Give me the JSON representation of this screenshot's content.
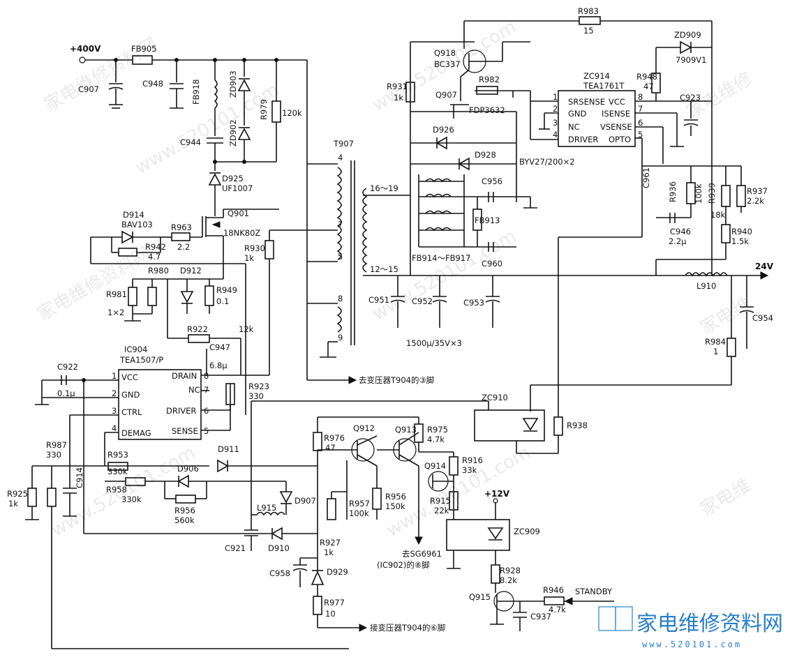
{
  "labels": {
    "v400": "+400V",
    "fb905": "FB905",
    "c907": "C907",
    "c948": "C948",
    "fb918": "FB918",
    "zd903": "ZD903",
    "zd902": "ZD902",
    "r979": "R979",
    "r979v": "120k",
    "c944": "C944",
    "d925": "D925",
    "d925v": "UF1007",
    "d914": "D914",
    "d914v": "BAV103",
    "r963": "R963",
    "r963v": "2.2",
    "r942": "R942",
    "r942v": "4.7",
    "q901": "Q901",
    "q901v": "18NK80Z",
    "r930": "R930",
    "r930v": "1k",
    "r980": "R980",
    "d912": "D912",
    "r981": "R981",
    "r981v": "1×2",
    "r949": "R949",
    "r949v": "0.1",
    "r922": "R922",
    "r922v": "12k",
    "c947": "C947",
    "c947v": "6.8μ",
    "ic904": "IC904",
    "ic904v": "TEA1507/P",
    "c922": "C922",
    "c922v": "0.1μ",
    "r923": "R923",
    "r923v": "330",
    "p1": "1",
    "p2": "2",
    "p3": "3",
    "p4": "4",
    "p5": "5",
    "p6": "6",
    "p7": "7",
    "p8": "8",
    "vcc": "VCC",
    "gnd": "GND",
    "ctrl": "CTRL",
    "demag": "DEMAG",
    "drain": "DRAIN",
    "nc": "NC",
    "driver": "DRIVER",
    "sense": "SENSE",
    "t907": "T907",
    "t4": "4",
    "t7": "7",
    "t5": "5",
    "t8": "8",
    "t9": "9",
    "t1619": "16～19",
    "t1215": "12～15",
    "r983": "R983",
    "r983v": "15",
    "q918": "Q918",
    "q918v": "BC337",
    "r931": "R931",
    "r931v": "1k",
    "q907": "Q907",
    "r982": "R982",
    "fdp": "FDP3632",
    "zd909": "ZD909",
    "zd909v": "7909V1",
    "r948": "R948",
    "r948v": "47",
    "zc914": "ZC914",
    "zc914v": "TEA1761T",
    "c923": "C923",
    "srsense": "SRSENSE",
    "isense": "ISENSE",
    "vsense": "VSENSE",
    "opto": "OPTO",
    "d926": "D926",
    "d928": "D928",
    "btv": "BYV27/200×2",
    "c956": "C956",
    "fb913": "FB913",
    "fbrange": "FB914～FB917",
    "c960": "C960",
    "c961": "C961",
    "r936": "R936",
    "r936v": "100k",
    "r939": "R939",
    "r939v": "18k",
    "r937": "R937",
    "r937v": "2.2k",
    "c946": "C946",
    "c946v": "2.2μ",
    "r940": "R940",
    "r940v": "1.5k",
    "v24": "24V",
    "l910": "L910",
    "c951": "C951",
    "c952": "C952",
    "c953": "C953",
    "c954": "C954",
    "caps": "1500μ/35V×3",
    "r984": "R984",
    "r984v": "1",
    "totr": "去变压器T904的③脚",
    "zc910": "ZC910",
    "r938": "R938",
    "r987": "R987",
    "r987v": "330",
    "r925": "R925",
    "r925v": "1k",
    "c914": "C914",
    "r953": "R953",
    "r953v": "330k",
    "d911": "D911",
    "r958": "R958",
    "r958v": "330k",
    "d906": "D906",
    "r956a": "R956",
    "r956av": "560k",
    "l915": "L915",
    "d907": "D907",
    "c921": "C921",
    "d910": "D910",
    "r976": "R976",
    "r976v": "47",
    "q912": "Q912",
    "q913": "Q913",
    "r975": "R975",
    "r975v": "4.7k",
    "q914": "Q914",
    "r916": "R916",
    "r916v": "33k",
    "r957": "R957",
    "r957v": "100k",
    "r956b": "R956",
    "r956bv": "150k",
    "r915": "R915",
    "r915v": "22k",
    "v12": "+12V",
    "zc909": "ZC909",
    "r927": "R927",
    "r927v": "1k",
    "c958": "C958",
    "d929": "D929",
    "tosg": "去SG6961",
    "tosg2": "(IC902)的⑧脚",
    "r928": "R928",
    "r928v": "8.2k",
    "q915": "Q915",
    "r946": "R946",
    "r946v": "4.7k",
    "standby": "STANDBY",
    "c937": "C937",
    "r977": "R977",
    "r977v": "10",
    "tor6": "接变压器T904的⑥脚"
  },
  "logo": {
    "text": "家电维修资料网",
    "sub": "www.520101.com"
  },
  "colors": {
    "ink": "#111111",
    "logo": "#2a7fc9"
  }
}
